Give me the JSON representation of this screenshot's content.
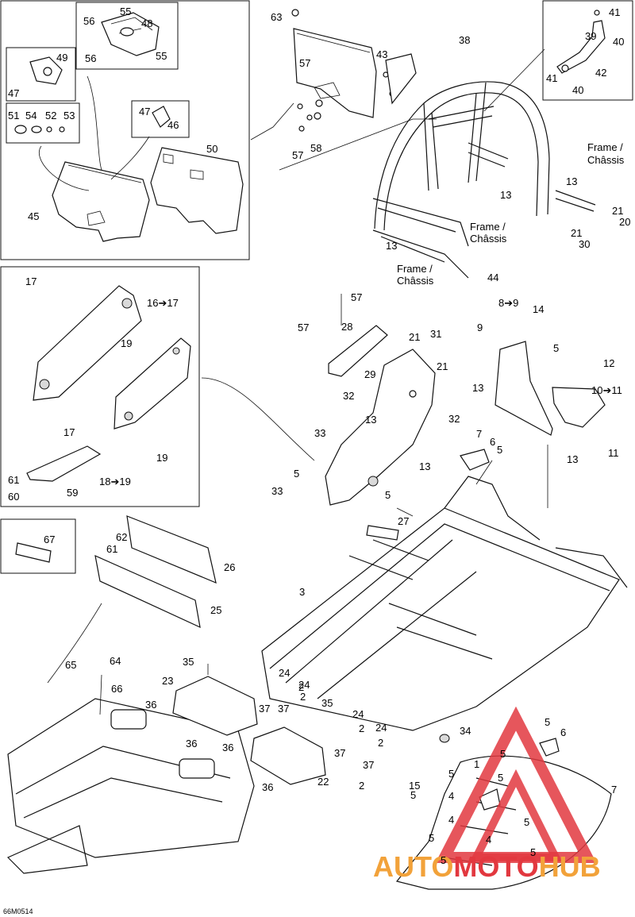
{
  "diagram_code": "66M0514",
  "watermark": {
    "brand_auto": "AUTO",
    "brand_moto": "MOTO",
    "brand_hub": "HUB",
    "color_red": "#e2383f",
    "color_orange": "#f2a23a"
  },
  "frame_note_1_en": "Frame /",
  "frame_note_1_fr": "Châssis",
  "frame_note_2_en": "Frame /",
  "frame_note_2_fr": "Châssis",
  "frame_note_3_en": "Frame /",
  "frame_note_3_fr": "Châssis",
  "labels": [
    "1",
    "2",
    "3",
    "4",
    "5",
    "6",
    "7",
    "8➔9",
    "9",
    "10➔11",
    "11",
    "12",
    "13",
    "14",
    "15",
    "16➔17",
    "17",
    "18➔19",
    "19",
    "20",
    "21",
    "22",
    "23",
    "24",
    "25",
    "26",
    "27",
    "28",
    "29",
    "30",
    "31",
    "32",
    "33",
    "34",
    "35",
    "36",
    "37",
    "38",
    "39",
    "40",
    "41",
    "42",
    "43",
    "44",
    "45",
    "46",
    "47",
    "48",
    "49",
    "50",
    "51",
    "52",
    "53",
    "54",
    "55",
    "56",
    "57",
    "58",
    "59",
    "60",
    "61",
    "62",
    "63",
    "64",
    "65",
    "66",
    "67"
  ]
}
